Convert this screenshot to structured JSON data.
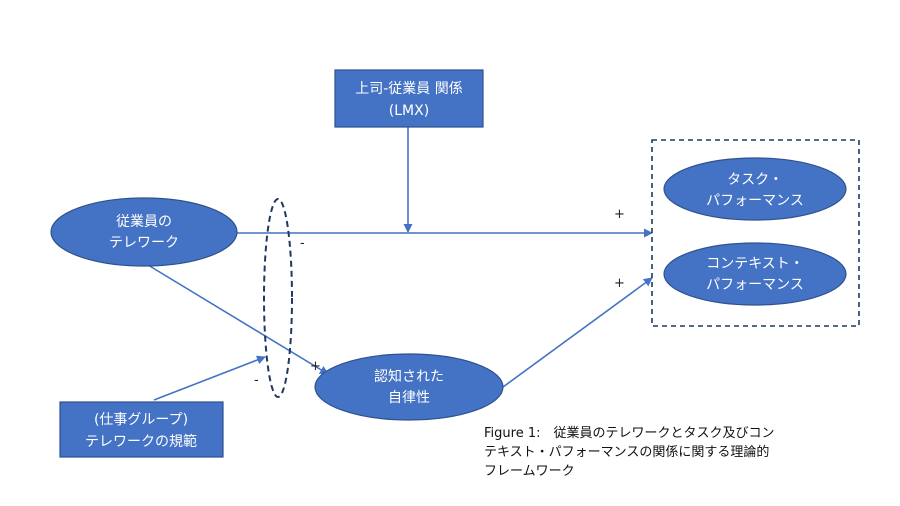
{
  "colors": {
    "node_fill": "#4472C4",
    "node_stroke": "#2F528F",
    "arrow": "#4472C4",
    "dashed_outline": "#1F3864"
  },
  "nodes": {
    "lmx": {
      "line1": "上司-従業員 関係",
      "line2": "(LMX)"
    },
    "telework": {
      "line1": "従業員の",
      "line2": "テレワーク"
    },
    "task_perf": {
      "line1": "タスク・",
      "line2": "パフォーマンス"
    },
    "context_perf": {
      "line1": "コンテキスト・",
      "line2": "パフォーマンス"
    },
    "autonomy": {
      "line1": "認知された",
      "line2": "自律性"
    },
    "norm": {
      "line1": "(仕事グループ)",
      "line2": "テレワークの規範"
    }
  },
  "signs": {
    "telework_to_perf": "+",
    "autonomy_to_perf": "+",
    "norm_moderation": "-",
    "telework_to_autonomy": "+",
    "moderation_to_main": "-"
  },
  "caption": {
    "line1": "Figure 1:　従業員のテレワークとタスク及びコン",
    "line2": "テキスト・パフォーマンスの関係に関する理論的",
    "line3": "フレームワーク"
  }
}
